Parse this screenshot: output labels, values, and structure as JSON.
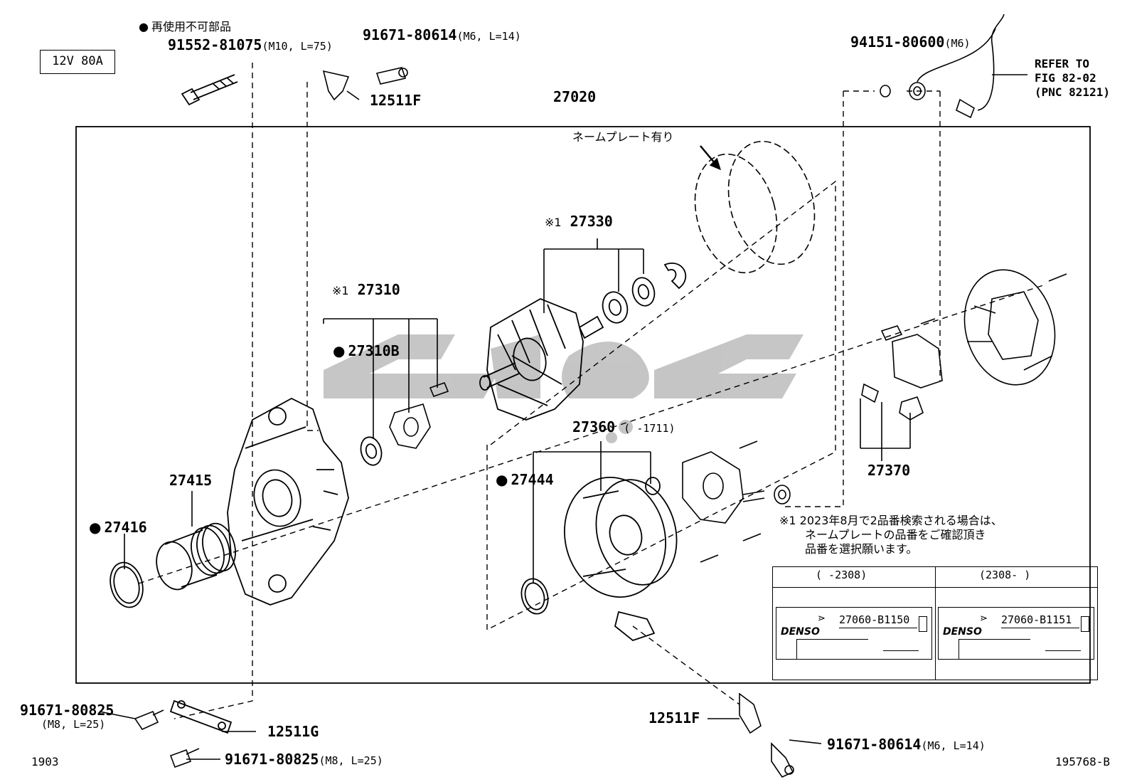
{
  "spec_box": "12V 80A",
  "legend": "再使用不可部品",
  "labels": {
    "p91552": "91552-81075",
    "p91552_spec": "(M10, L=75)",
    "p91671_top": "91671-80614",
    "p91671_top_spec": "(M6, L=14)",
    "p12511f_top": "12511F",
    "p27020": "27020",
    "nameplate_note": "ネームプレート有り",
    "p94151": "94151-80600",
    "p94151_spec": "(M6)",
    "refer_1": "REFER TO",
    "refer_2": "FIG 82-02",
    "refer_3": "(PNC 82121)",
    "p27330_mark": "※1",
    "p27330": "27330",
    "p27310_mark": "※1",
    "p27310": "27310",
    "p27310b": "27310B",
    "p27360": "27360",
    "p27360_note": "(   -1711)",
    "p27444": "27444",
    "p27415": "27415",
    "p27416": "27416",
    "p27370": "27370",
    "note_line1": "※1 2023年8月で2品番検索される場合は、",
    "note_line2": "ネームプレートの品番をご確認頂き",
    "note_line3": "品番を選択願います。",
    "col_left_head": "(     -2308)",
    "col_right_head": "(2308-     )",
    "plate_left_pn": "27060-B1150",
    "plate_right_pn": "27060-B1151",
    "plate_brand": "DENSO",
    "p91671_left": "91671-80825",
    "p91671_left_spec": "(M8, L=25)",
    "p12511g": "12511G",
    "p91671_bottom": "91671-80825",
    "p91671_bottom_spec": "(M8, L=25)",
    "p12511f_bottom": "12511F",
    "p91671_bottom_right": "91671-80614",
    "p91671_bottom_right_spec": "(M6, L=14)",
    "code_left": "1903",
    "code_right": "195768-B"
  }
}
